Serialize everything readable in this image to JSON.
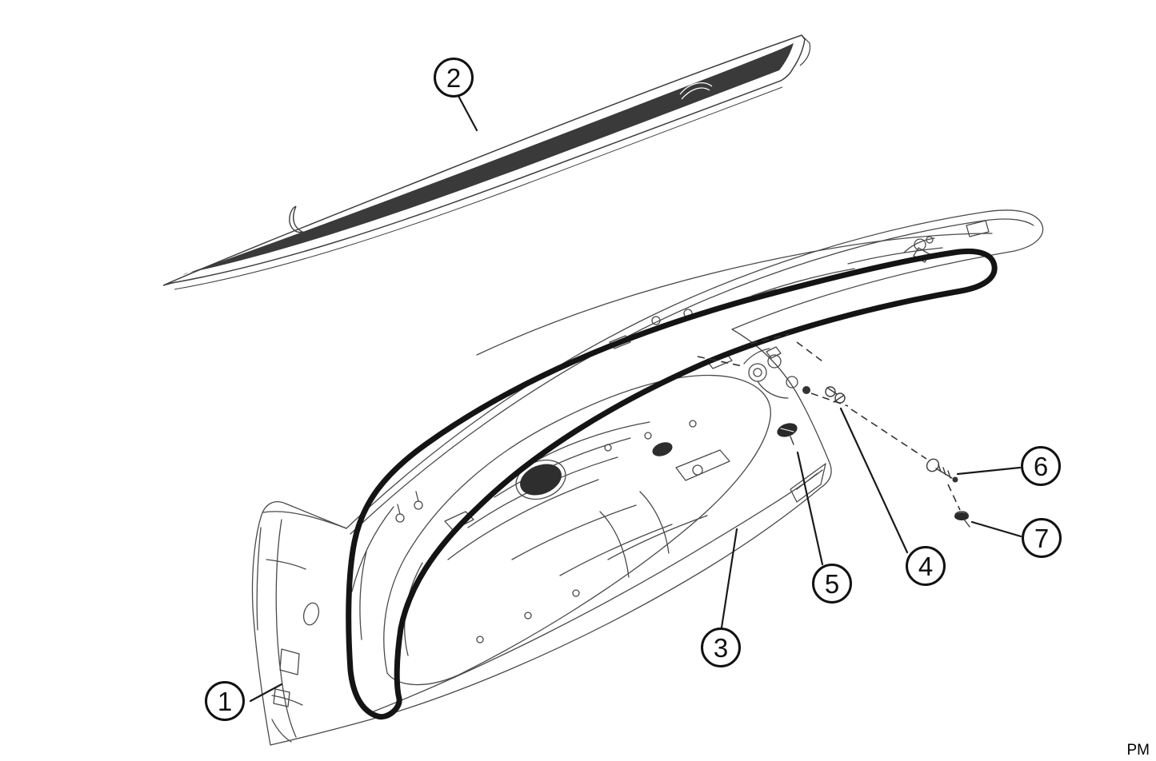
{
  "page": {
    "footer_label": "PM"
  },
  "diagram": {
    "callouts": [
      {
        "number": "1"
      },
      {
        "number": "2"
      },
      {
        "number": "3"
      },
      {
        "number": "4"
      },
      {
        "number": "5"
      },
      {
        "number": "6"
      },
      {
        "number": "7"
      }
    ],
    "colors": {
      "line": "#4a4a4a",
      "seal": "#141414",
      "glass_fill": "#3a3a3a",
      "background": "#ffffff"
    }
  }
}
